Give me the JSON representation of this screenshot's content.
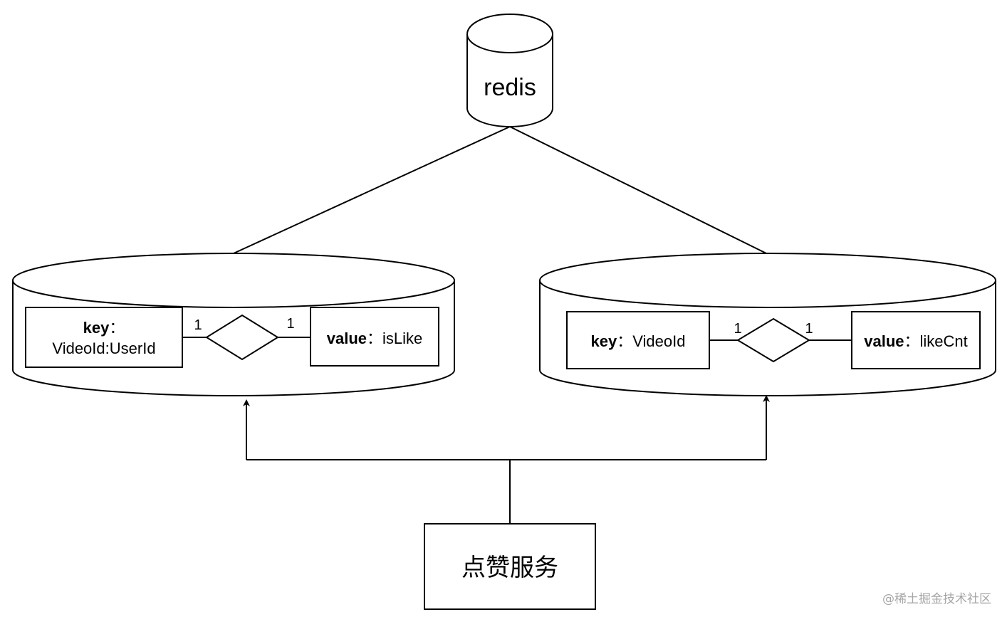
{
  "redis": {
    "label": "redis"
  },
  "left_store": {
    "key_label": "key",
    "key_sep": "：",
    "key_value": "VideoId:UserId",
    "value_label": "value",
    "value_sep": "：",
    "value_value": "isLike",
    "card_left": "1",
    "card_right": "1"
  },
  "right_store": {
    "key_label": "key",
    "key_sep": "：",
    "key_value": "VideoId",
    "value_label": "value",
    "value_sep": "：",
    "value_value": "likeCnt",
    "card_left": "1",
    "card_right": "1"
  },
  "service": {
    "label": "点赞服务"
  },
  "watermark": "@稀土掘金技术社区"
}
